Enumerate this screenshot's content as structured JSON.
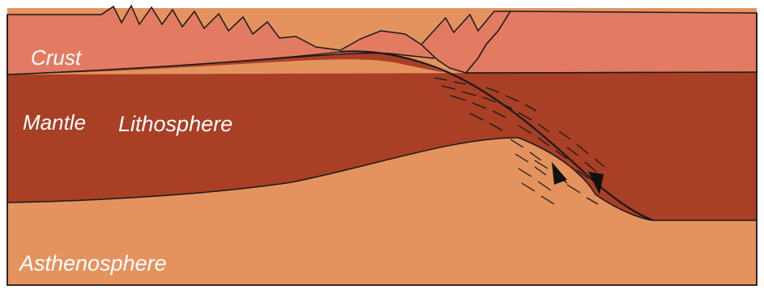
{
  "labels": {
    "crust": "Crust",
    "mantle": "Mantle",
    "lithosphere": "Lithosphere",
    "asthenosphere": "Asthenosphere"
  },
  "colors": {
    "crust": "#e27b62",
    "mantle_lithosphere": "#a93f25",
    "asthenosphere": "#e4935f",
    "outline": "#1a1a1a",
    "label_text": "#ffffff"
  }
}
